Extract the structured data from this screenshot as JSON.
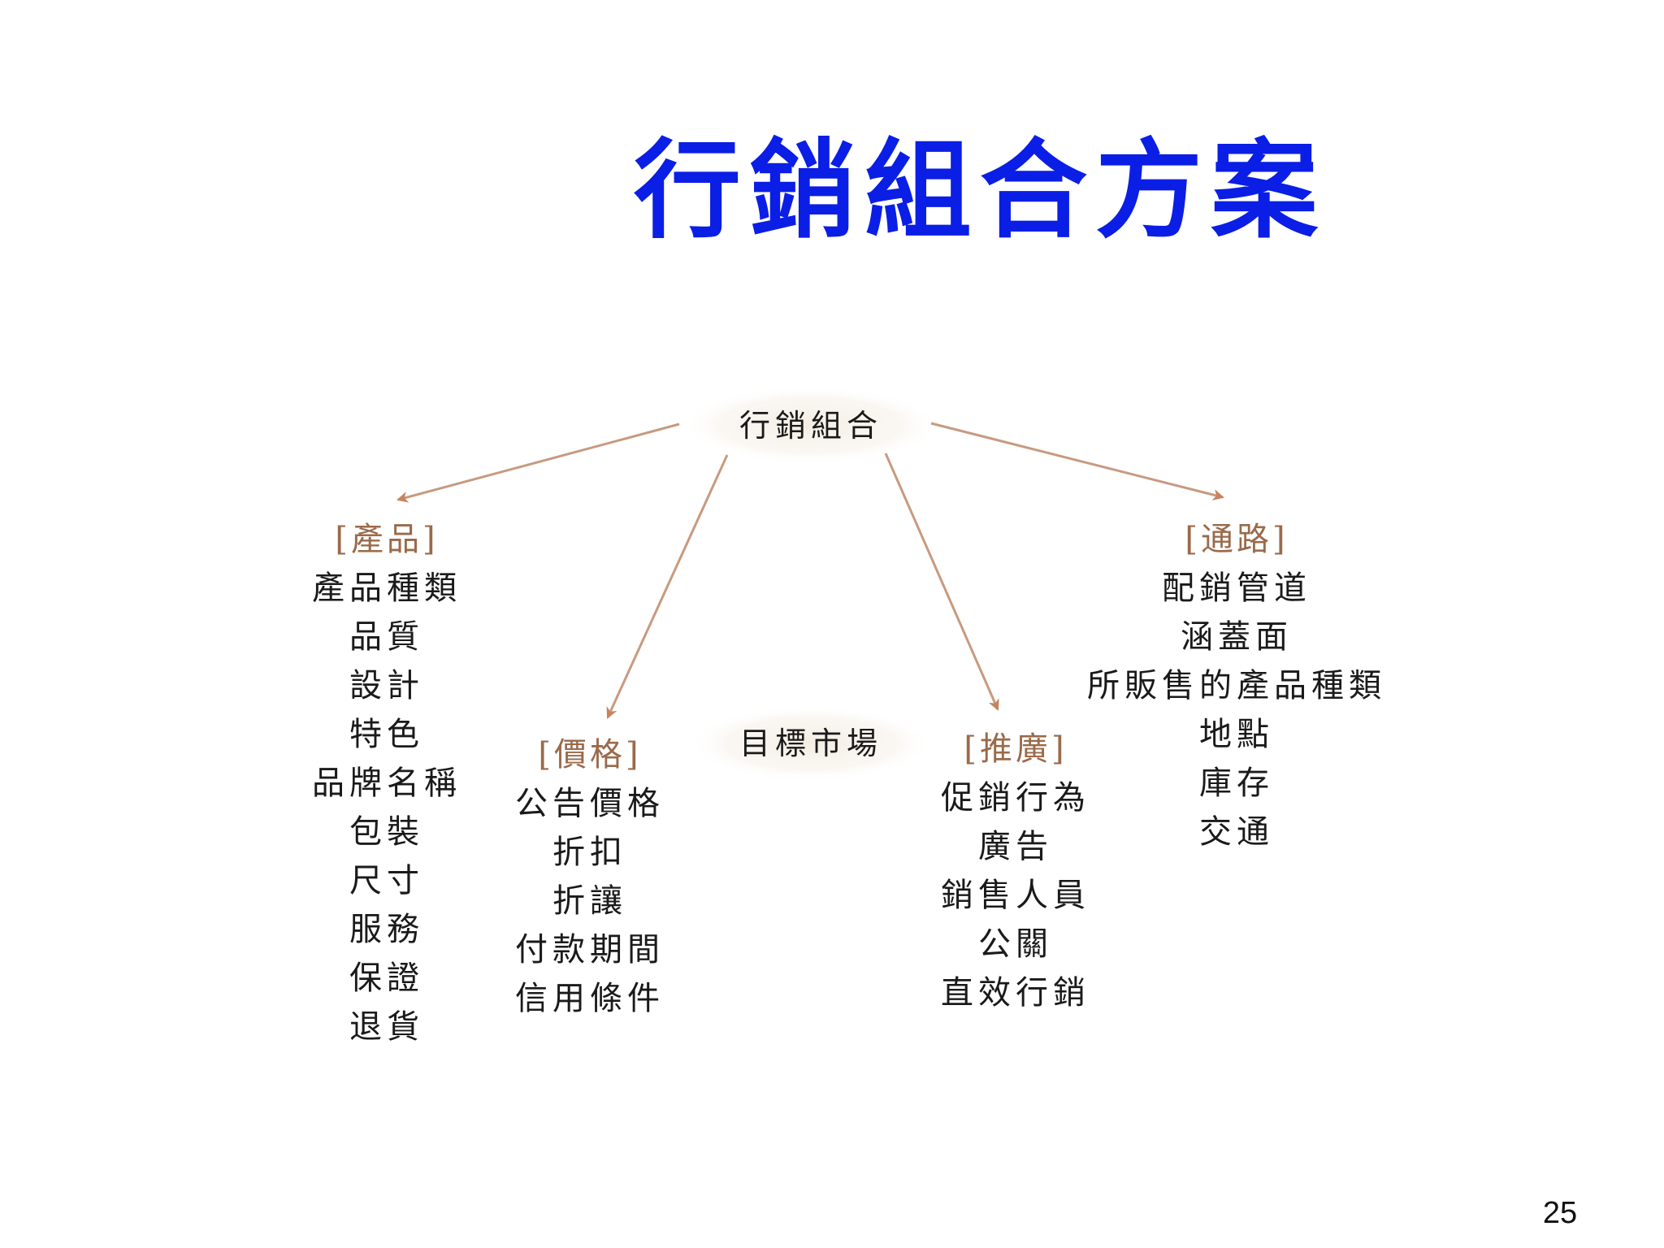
{
  "title": "行銷組合方案",
  "hub": {
    "label": "行銷組合"
  },
  "center": {
    "label": "目標市場"
  },
  "categories": {
    "product": {
      "label": "[產品]",
      "items": [
        "產品種類",
        "品質",
        "設計",
        "特色",
        "品牌名稱",
        "包裝",
        "尺寸",
        "服務",
        "保證",
        "退貨"
      ]
    },
    "price": {
      "label": "[價格]",
      "items": [
        "公告價格",
        "折扣",
        "折讓",
        "付款期間",
        "信用條件"
      ]
    },
    "promotion": {
      "label": "[推廣]",
      "items": [
        "促銷行為",
        "廣告",
        "銷售人員",
        "公關",
        "直效行銷"
      ]
    },
    "place": {
      "label": "[通路]",
      "items": [
        "配銷管道",
        "涵蓋面",
        "所販售的產品種類",
        "地點",
        "庫存",
        "交通"
      ]
    }
  },
  "colors": {
    "title": "#0a1ee6",
    "category": "#9a6a4a",
    "arrow": "#c79a7f",
    "text": "#1a1a1a"
  },
  "page_number": "25"
}
